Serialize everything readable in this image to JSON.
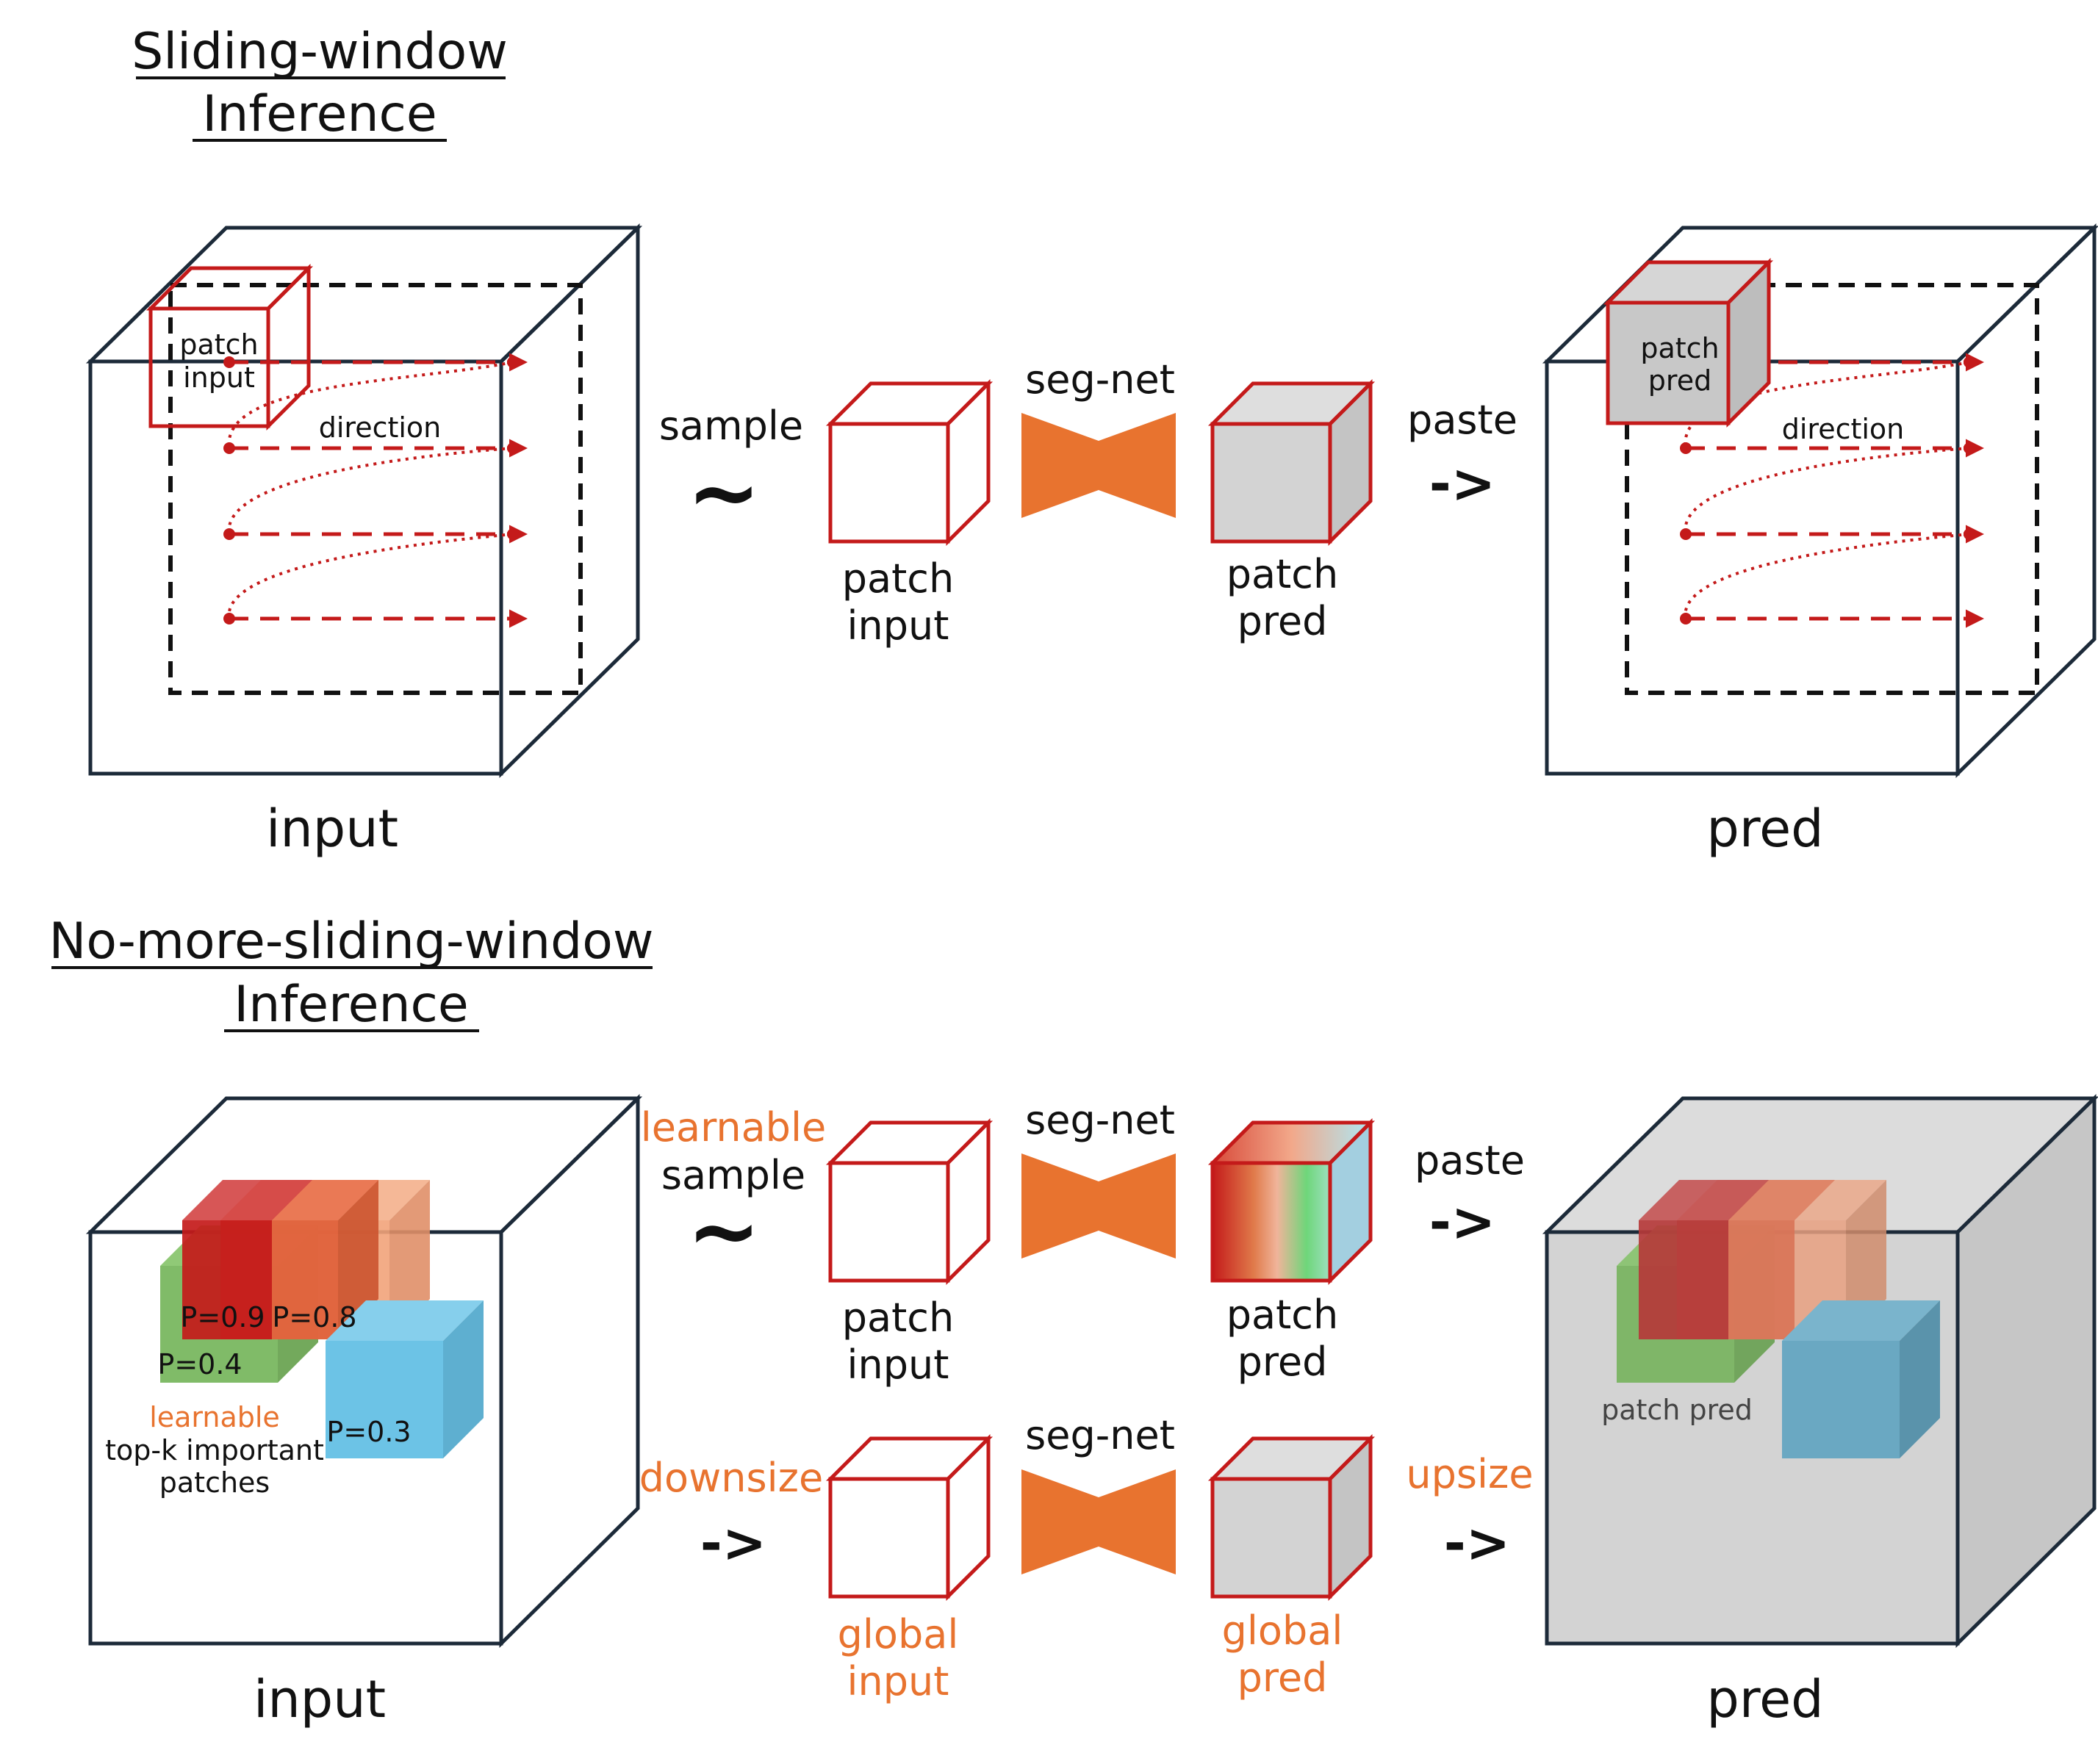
{
  "top": {
    "title_line1": "Sliding-window",
    "title_line2": "Inference",
    "input_label": "input",
    "pred_label": "pred",
    "cube_patch_input": [
      "patch",
      "input"
    ],
    "cube_patch_pred": [
      "patch",
      "pred"
    ],
    "direction_left": "direction",
    "direction_right": "direction",
    "sample": "sample",
    "sample_symbol": "~",
    "segnet": "seg-net",
    "patch_input": [
      "patch",
      "input"
    ],
    "patch_pred": [
      "patch",
      "pred"
    ],
    "paste": "paste",
    "paste_arrow": "->"
  },
  "bottom": {
    "title_line1": "No-more-sliding-window",
    "title_line2": "Inference",
    "input_label": "input",
    "pred_label": "pred",
    "prob_red": "P=0.9",
    "prob_orange": "P=0.8",
    "prob_green": "P=0.4",
    "prob_blue": "P=0.3",
    "learnable_note": "learnable",
    "topk_line1": "top-k important",
    "topk_line2": "patches",
    "learnable_sample_1": "learnable",
    "learnable_sample_2": "sample",
    "sample_symbol": "~",
    "segnet_top": "seg-net",
    "segnet_bottom": "seg-net",
    "patch_input": [
      "patch",
      "input"
    ],
    "patch_pred": [
      "patch",
      "pred"
    ],
    "paste": "paste",
    "paste_arrow": "->",
    "downsize": "downsize",
    "downsize_arrow": "->",
    "global_input": [
      "global",
      "input"
    ],
    "global_pred": [
      "global",
      "pred"
    ],
    "upsize": "upsize",
    "upsize_arrow": "->",
    "patch_pred_note": "patch pred"
  },
  "colors": {
    "accent_orange": "#e8732f",
    "red": "#c41a1a",
    "cube_gray": "#d3d3d3",
    "green": "#6aaf4e",
    "blue": "#6cc3e6"
  }
}
